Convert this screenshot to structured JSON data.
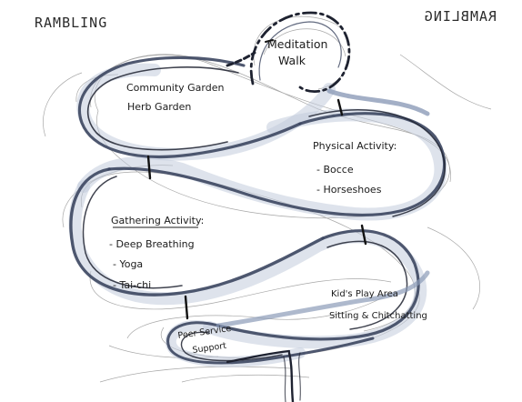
{
  "corner_labels": {
    "left": "RAMBLING",
    "right": "RAMBLING"
  },
  "zones": {
    "meditation": [
      "Meditation",
      "Walk"
    ],
    "community": [
      "Community Garden",
      "Herb Garden"
    ],
    "physical": {
      "heading": "Physical Activity:",
      "items": [
        "- Bocce",
        "- Horseshoes"
      ]
    },
    "gathering": {
      "heading": "Gathering Activity:",
      "items": [
        "- Deep Breathing",
        "- Yoga",
        "- Tai-chi"
      ]
    },
    "kids": [
      "Kid's Play Area",
      "Sitting & Chitchatting"
    ],
    "peer": [
      "Peer Service",
      "Support"
    ]
  },
  "colors": {
    "ink_dark": "#1e2230",
    "ink_mid": "#3c4660",
    "wash_blue": "#8c9bb8",
    "wash_light": "#c3ccdc",
    "pencil": "#7a7a7a"
  }
}
